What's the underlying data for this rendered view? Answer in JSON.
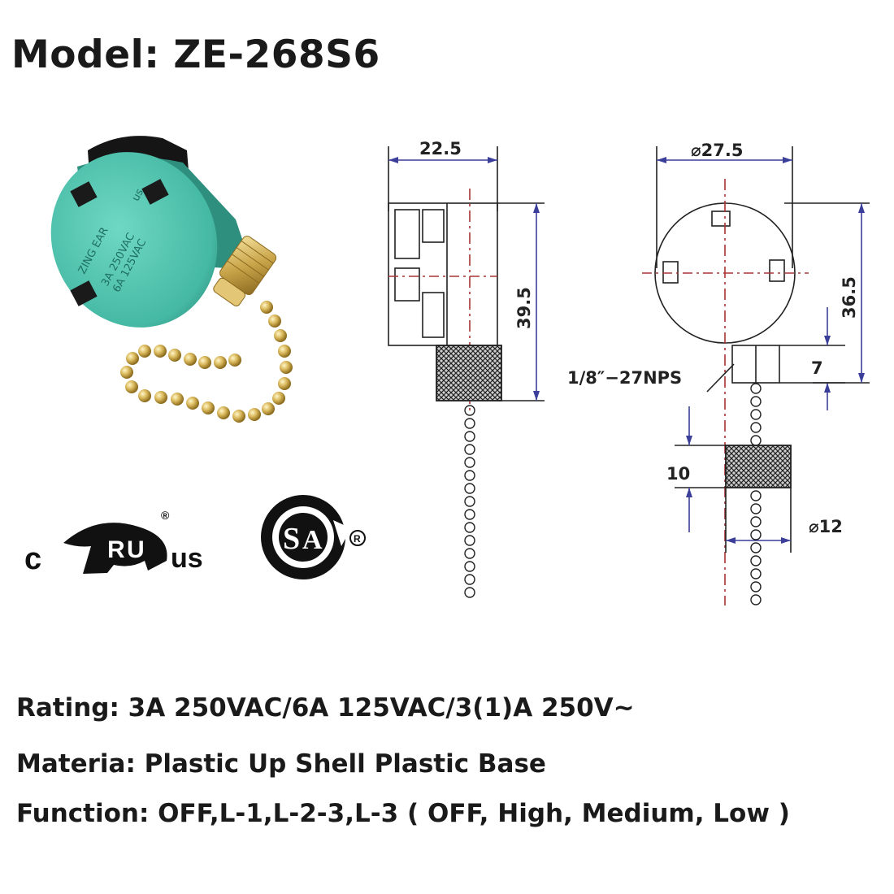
{
  "title": "Model: ZE-268S6",
  "product_label": {
    "brand": "ZING EAR",
    "rating_line1": "3A  250VAC",
    "rating_line2": "6A  125VAC",
    "ul": "us"
  },
  "certifications": {
    "ul_left": "c",
    "ul_right": "us",
    "registered": "®"
  },
  "dimensions": {
    "side_width": "22.5",
    "side_height": "39.5",
    "front_diameter": "⌀27.5",
    "front_height": "36.5",
    "thread": "1/8″−27NPS",
    "thread_length": "7",
    "knob_height": "10",
    "knob_diameter": "⌀12"
  },
  "specs": {
    "rating": "Rating: 3A 250VAC/6A 125VAC/3(1)A 250V~",
    "material": "Materia: Plastic Up Shell Plastic Base",
    "function": "Function: OFF,L-1,L-2-3,L-3  ( OFF, High, Medium, Low )"
  },
  "colors": {
    "housing": "#4dc3ae",
    "housing_dark": "#2f8f7f",
    "brass": "#d4b45a",
    "line": "#222222",
    "dimension_line": "#3b3f9a"
  }
}
